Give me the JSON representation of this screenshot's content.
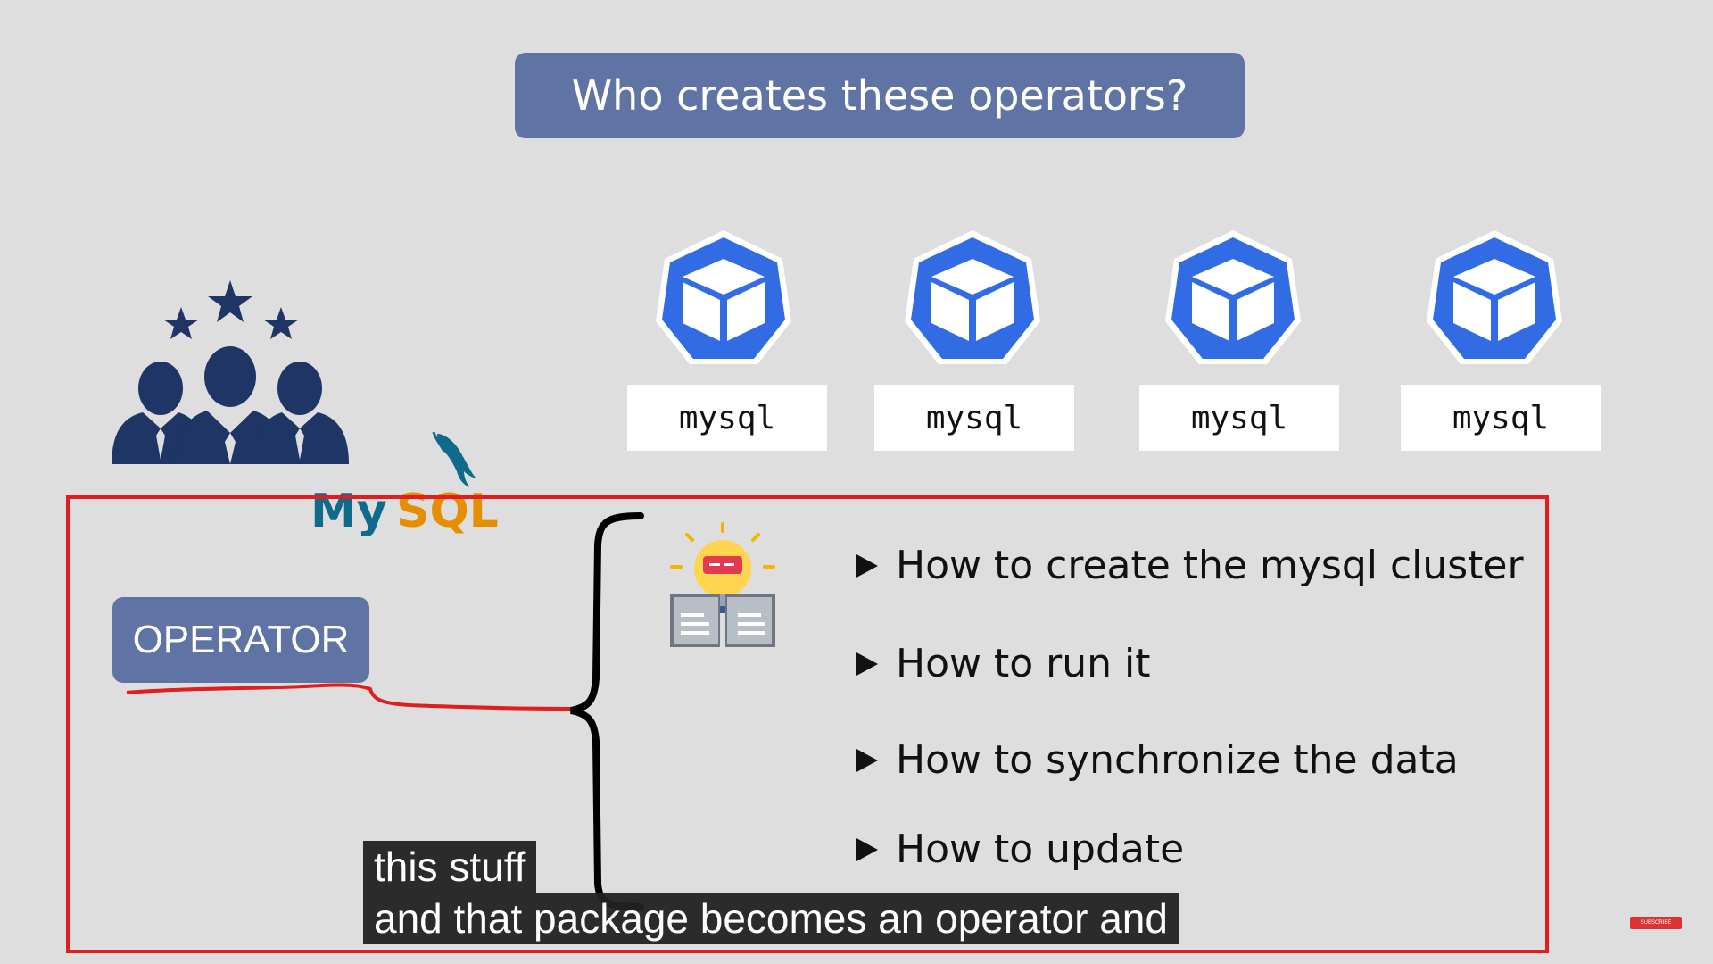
{
  "title": "Who creates these operators?",
  "pods": [
    {
      "label": "mysql"
    },
    {
      "label": "mysql"
    },
    {
      "label": "mysql"
    },
    {
      "label": "mysql"
    }
  ],
  "logo_text": {
    "my": "My",
    "sql": "SQL"
  },
  "operator_label": "OPERATOR",
  "bullets": [
    "How to create the mysql cluster",
    "How to run it",
    "How to synchronize the data",
    "How to update"
  ],
  "captions": {
    "line1": "this stuff",
    "line2": "and that package becomes an operator and"
  },
  "subscribe_label": "SUBSCRIBE",
  "colors": {
    "background": "#dedede",
    "title_box": "#5f74a4",
    "pod_blue": "#326ce5",
    "team_navy": "#1f3566",
    "frame_red": "#e21d1d",
    "caption_bg": "#222222"
  }
}
